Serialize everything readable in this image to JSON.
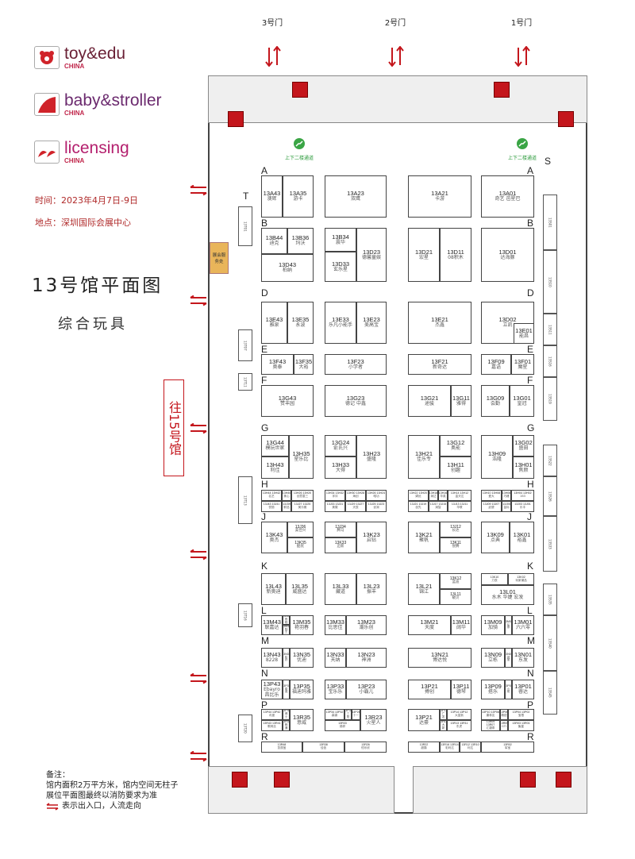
{
  "logos": [
    {
      "name": "toy&edu",
      "sub": "CHINA",
      "color": "#6a2035"
    },
    {
      "name": "baby&stroller",
      "sub": "CHINA",
      "color": "#6b2a6e"
    },
    {
      "name": "licensing",
      "sub": "CHINA",
      "color": "#b4206e"
    }
  ],
  "info": {
    "time": "时间：2023年4月7日-9日",
    "place": "地点：深圳国际会展中心"
  },
  "title": "13号馆平面图",
  "subtitle": "综合玩具",
  "service_desk": "展会服务处",
  "to_hall": "往15号馆",
  "gates": [
    "3号门",
    "2号门",
    "1号门"
  ],
  "stairs": [
    "上下二楼通道",
    "上下二楼通道"
  ],
  "row_letters": [
    "A",
    "B",
    "D",
    "E",
    "F",
    "G",
    "H",
    "J",
    "K",
    "L",
    "M",
    "N",
    "P",
    "R"
  ],
  "column_letters": {
    "left": "T",
    "right": "S"
  },
  "notes": {
    "title": "备注：",
    "line1": "馆内面积2万平方米，馆内空间无柱子",
    "line2": "展位平面图最终以消防要求为准",
    "legend": "表示出入口，人流走向"
  },
  "colors": {
    "accent": "#c4161c",
    "stair": "#2a9a3a",
    "service": "#e9b55a"
  },
  "side_booths": {
    "left": [
      "13T01",
      "13T07",
      "13T11",
      "13T13",
      "13T16",
      "13T20"
    ],
    "right": [
      "13S01",
      "13S10",
      "13S11",
      "13S16",
      "13S19",
      "13S22",
      "13S26",
      "13S33",
      "13S35",
      "13S40",
      "13S45"
    ]
  },
  "booths": [
    {
      "code": "13A43",
      "name": "澳辉"
    },
    {
      "code": "13A35",
      "name": "游卡"
    },
    {
      "code": "13A23",
      "name": "双鹰"
    },
    {
      "code": "13A21",
      "name": "卡游"
    },
    {
      "code": "13A01",
      "name": "奇艺 邑星巴"
    },
    {
      "code": "13B44",
      "name": "迪克"
    },
    {
      "code": "13B36",
      "name": "玛沃"
    },
    {
      "code": "13D43",
      "name": "柏纳"
    },
    {
      "code": "13B34",
      "name": "震华"
    },
    {
      "code": "13D33",
      "name": "玄乐星"
    },
    {
      "code": "13D23",
      "name": "德馨童娱"
    },
    {
      "code": "13D21",
      "name": "宏星"
    },
    {
      "code": "13D11",
      "name": "08积木"
    },
    {
      "code": "13D01",
      "name": "达海豚"
    },
    {
      "code": "13E43",
      "name": "雅泉"
    },
    {
      "code": "13E35",
      "name": "永波"
    },
    {
      "code": "13E33",
      "name": "乐凡小能手"
    },
    {
      "code": "13E23",
      "name": "美高宝"
    },
    {
      "code": "13E21",
      "name": "杰鑫"
    },
    {
      "code": "13D02",
      "name": "立凯"
    },
    {
      "code": "13E01",
      "name": "能昌"
    },
    {
      "code": "13F43",
      "name": "奥泰"
    },
    {
      "code": "13F35",
      "name": "大裕"
    },
    {
      "code": "13F23",
      "name": "小学者"
    },
    {
      "code": "13F21",
      "name": "新奇达"
    },
    {
      "code": "13F09",
      "name": "嘉语"
    },
    {
      "code": "13F01",
      "name": "魔星"
    },
    {
      "code": "13G43",
      "name": "赞丰园"
    },
    {
      "code": "13G23",
      "name": "德记 中鑫"
    },
    {
      "code": "13G21",
      "name": "途骏"
    },
    {
      "code": "13G11",
      "name": "雅得"
    },
    {
      "code": "13G09",
      "name": "会勤"
    },
    {
      "code": "13G01",
      "name": "皇冠"
    },
    {
      "code": "13G44",
      "name": "模玩世家"
    },
    {
      "code": "13H43",
      "name": "利佳"
    },
    {
      "code": "13H35",
      "name": "星乐比"
    },
    {
      "code": "13G24",
      "name": "俞氏兴"
    },
    {
      "code": "13H33",
      "name": "大得"
    },
    {
      "code": "13H23",
      "name": "盛隆"
    },
    {
      "code": "13H21",
      "name": "佳乐专"
    },
    {
      "code": "13G12",
      "name": "奥能"
    },
    {
      "code": "13H11",
      "name": "创趣"
    },
    {
      "code": "13H09",
      "name": "浩隆"
    },
    {
      "code": "13G02",
      "name": "盛田"
    },
    {
      "code": "13H01",
      "name": "焦颜"
    },
    {
      "code": "13H44 13H42",
      "name": "名艺"
    },
    {
      "code": "13H40",
      "name": "美心"
    },
    {
      "code": "13H26 13H20",
      "name": "创意童三"
    },
    {
      "code": "13J43 13J41",
      "name": "悦丽"
    },
    {
      "code": "13J39",
      "name": "鲜品"
    },
    {
      "code": "13J27 13J25",
      "name": "美乐雅"
    },
    {
      "code": "13H34 13H32",
      "name": "孚评"
    },
    {
      "code": "13H30 13H28",
      "name": "海创"
    },
    {
      "code": "13H26 13H24",
      "name": "唯功"
    },
    {
      "code": "13J33 13J31",
      "name": "美徽"
    },
    {
      "code": "13J29 13J27",
      "name": "天辰"
    },
    {
      "code": "13J25 13J23",
      "name": "优润"
    },
    {
      "code": "13H22 13H20",
      "name": "娲优"
    },
    {
      "code": "13H18",
      "name": "润达"
    },
    {
      "code": "13H16",
      "name": "华英"
    },
    {
      "code": "13H14 13H12",
      "name": "金天达"
    },
    {
      "code": "13J21 13J19",
      "name": "创先"
    },
    {
      "code": "13J17 13J15",
      "name": "润智"
    },
    {
      "code": "13J13 13J11",
      "name": "华联"
    },
    {
      "code": "13H10 13H08",
      "name": "爱大"
    },
    {
      "code": "13H06",
      "name": "巧峰"
    },
    {
      "code": "13H04 13H02",
      "name": "163"
    },
    {
      "code": "13J09 13J07",
      "name": "武便"
    },
    {
      "code": "13J05",
      "name": "金标"
    },
    {
      "code": "13J03 13J01",
      "name": "乐丰"
    },
    {
      "code": "13K43",
      "name": "奥杰"
    },
    {
      "code": "13J36",
      "name": "美佳兴"
    },
    {
      "code": "13K35",
      "name": "酷优"
    },
    {
      "code": "13J34",
      "name": "腾马"
    },
    {
      "code": "13K33",
      "name": "迈新"
    },
    {
      "code": "13K23",
      "name": "启钻"
    },
    {
      "code": "13K21",
      "name": "聚帆"
    },
    {
      "code": "13J12",
      "name": "长达"
    },
    {
      "code": "13K11",
      "name": "悦腾"
    },
    {
      "code": "13K09",
      "name": "点典"
    },
    {
      "code": "13K01",
      "name": "裕鑫"
    },
    {
      "code": "13L43",
      "name": "新奥迪"
    },
    {
      "code": "13L35",
      "name": "威盛达"
    },
    {
      "code": "13L33",
      "name": "藏道"
    },
    {
      "code": "13L23",
      "name": "振丰"
    },
    {
      "code": "13L21",
      "name": "锦江"
    },
    {
      "code": "13K12",
      "name": "蓝迪"
    },
    {
      "code": "13L11",
      "name": "敏贝"
    },
    {
      "code": "13K10",
      "name": "力辰"
    },
    {
      "code": "13K02",
      "name": "玩家潮品"
    },
    {
      "code": "13L01",
      "name": "水木 华婕 宏发"
    },
    {
      "code": "13M43",
      "name": "联嘉达"
    },
    {
      "code": "13L40",
      "name": "悉程"
    },
    {
      "code": "13M39",
      "name": "翔王"
    },
    {
      "code": "13M35",
      "name": "艳羽春"
    },
    {
      "code": "13M33",
      "name": "比思佳"
    },
    {
      "code": "13M23",
      "name": "潮乐创"
    },
    {
      "code": "13M21",
      "name": "天度"
    },
    {
      "code": "13M11",
      "name": "阔华"
    },
    {
      "code": "13M09",
      "name": "加骑"
    },
    {
      "code": "13M05",
      "name": "弘泰"
    },
    {
      "code": "13M01",
      "name": "六六零"
    },
    {
      "code": "13N43",
      "name": "8228"
    },
    {
      "code": "13N39",
      "name": "哈铃"
    },
    {
      "code": "13N35",
      "name": "优迪"
    },
    {
      "code": "13N33",
      "name": "天纳"
    },
    {
      "code": "13N23",
      "name": "神洲"
    },
    {
      "code": "13N21",
      "name": "博达悦"
    },
    {
      "code": "13N09",
      "name": "立栋"
    },
    {
      "code": "13N05",
      "name": "润丽"
    },
    {
      "code": "13N01",
      "name": "东发"
    },
    {
      "code": "13P43",
      "name": "Ebayro 昌比乐"
    },
    {
      "code": "13P39",
      "name": "原诚"
    },
    {
      "code": "13P35",
      "name": "福迪玛雅"
    },
    {
      "code": "13P33",
      "name": "宝乐乐"
    },
    {
      "code": "13P23",
      "name": "小霸儿"
    },
    {
      "code": "13P21",
      "name": "搏创"
    },
    {
      "code": "13P11",
      "name": "德琴"
    },
    {
      "code": "13P09",
      "name": "搭乐"
    },
    {
      "code": "13P05",
      "name": "小帕"
    },
    {
      "code": "13P01",
      "name": "睿达"
    },
    {
      "code": "13P44 13P42",
      "name": "讯度"
    },
    {
      "code": "13R43 13R41",
      "name": "歌莉丝"
    },
    {
      "code": "13P40",
      "name": "博士"
    },
    {
      "code": "13R39",
      "name": "畅通"
    },
    {
      "code": "13R35",
      "name": "意威"
    },
    {
      "code": "13P34 13P32",
      "name": "森锦"
    },
    {
      "code": "13P30",
      "name": "三阳"
    },
    {
      "code": "13P28",
      "name": "十一"
    },
    {
      "code": "13R33",
      "name": "锦祥"
    },
    {
      "code": "13R23",
      "name": "火星人"
    },
    {
      "code": "13P21",
      "name": "达豪"
    },
    {
      "code": "13P16",
      "name": "广发"
    },
    {
      "code": "13P14 13P12",
      "name": "大富翁"
    },
    {
      "code": "13R16",
      "name": "大新"
    },
    {
      "code": "13R13 13R11",
      "name": "东虎"
    },
    {
      "code": "13P10 13P08",
      "name": "康林友"
    },
    {
      "code": "13P06",
      "name": "精锐"
    },
    {
      "code": "13P04 13P02",
      "name": "宝根"
    },
    {
      "code": "13R09 13R07",
      "name": "汇捷泰"
    },
    {
      "code": "13R05",
      "name": "GTI"
    },
    {
      "code": "13R03 13R01",
      "name": "聚星"
    },
    {
      "code": "13R48",
      "name": "凯丽宝"
    },
    {
      "code": "13R38",
      "name": "佳信"
    },
    {
      "code": "13R26",
      "name": "恒乐欣"
    },
    {
      "code": "13R22",
      "name": "超霸"
    },
    {
      "code": "13R16 13R14",
      "name": "彩利达"
    },
    {
      "code": "13R12 13R10",
      "name": "利达"
    },
    {
      "code": "13R02",
      "name": "军宝"
    }
  ]
}
